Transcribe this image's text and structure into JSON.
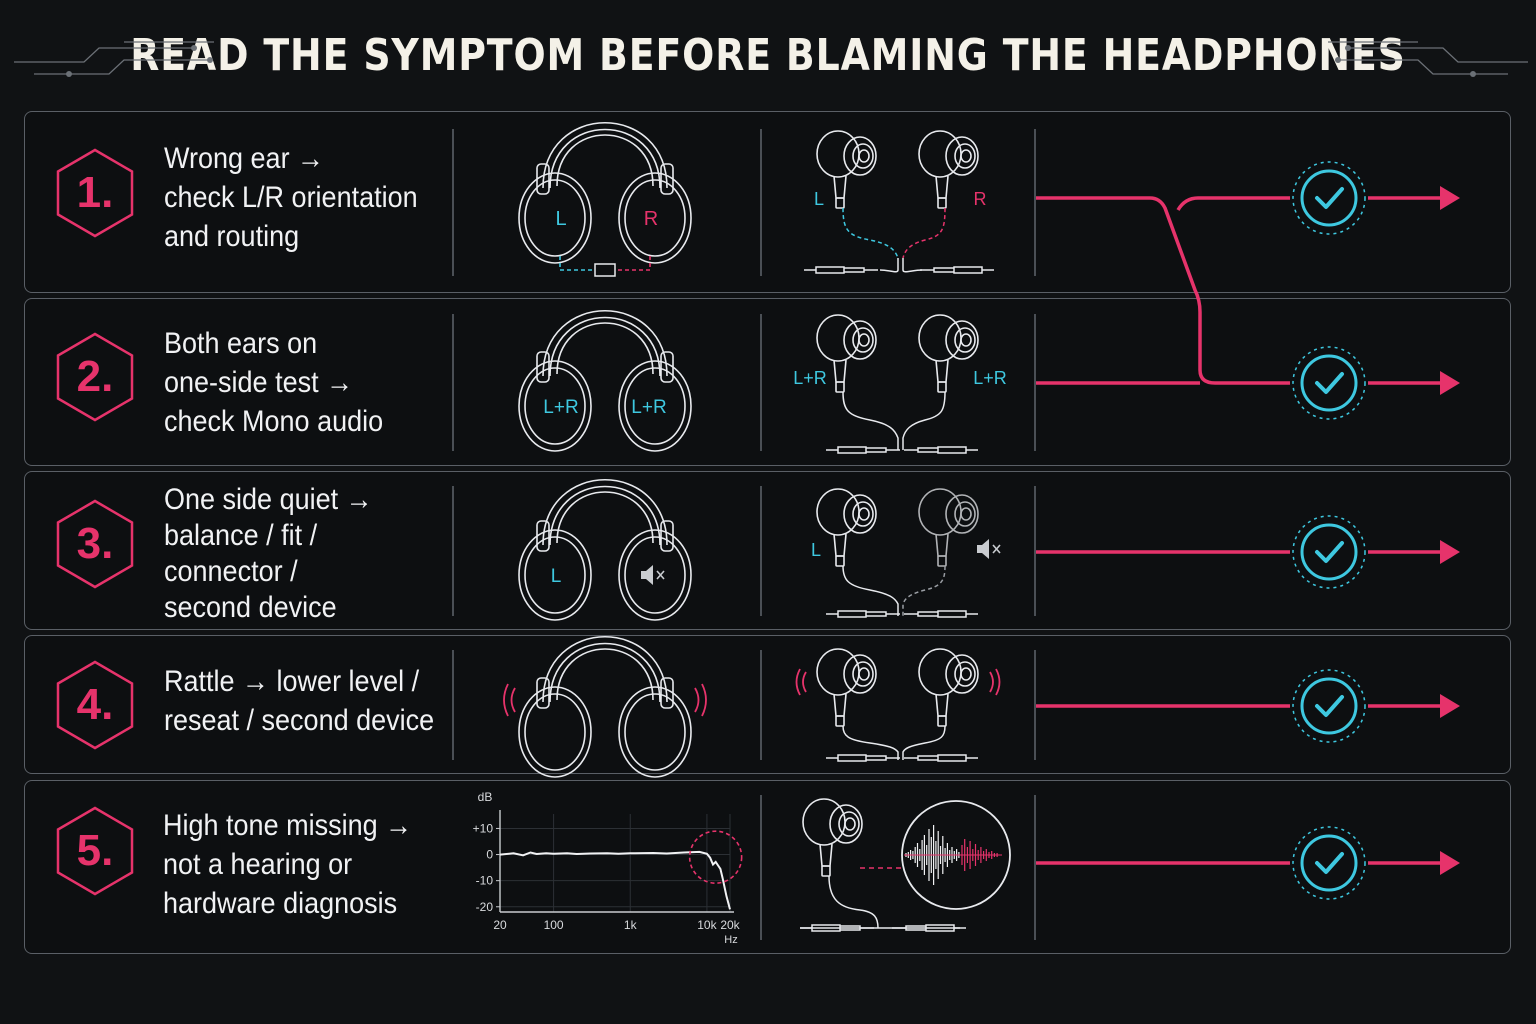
{
  "title": "READ THE SYMPTOM BEFORE BLAMING THE HEADPHONES",
  "colors": {
    "pink": "#e6336b",
    "cyan": "#3ec8e0",
    "line": "#e8eaee",
    "background": "#101214"
  },
  "steps": [
    {
      "number": "1.",
      "lines": [
        "Wrong ear →",
        "check L/R orientation",
        "and routing"
      ],
      "headphone_labels": [
        "L",
        "R"
      ],
      "earbud_labels": [
        "L",
        "R"
      ]
    },
    {
      "number": "2.",
      "lines": [
        "Both ears on",
        "one-side test →",
        "check Mono audio"
      ],
      "headphone_labels": [
        "L+R",
        "L+R"
      ],
      "earbud_labels": [
        "L+R",
        "L+R"
      ]
    },
    {
      "number": "3.",
      "lines": [
        "One side quiet →",
        "balance / fit /",
        "connector /",
        "second device"
      ],
      "headphone_labels": [
        "L",
        "speaker-muted-icon"
      ],
      "earbud_labels": [
        "L",
        "speaker-muted-icon"
      ]
    },
    {
      "number": "4.",
      "lines": [
        "Rattle → lower level /",
        "reseat / second device"
      ]
    },
    {
      "number": "5.",
      "lines": [
        "High tone missing →",
        "not a hearing or",
        "hardware diagnosis"
      ]
    }
  ],
  "chart_data": {
    "type": "line",
    "ylabel": "dB",
    "yticks": [
      "+10",
      "0",
      "-10",
      "-20"
    ],
    "xticks": [
      "20",
      "100",
      "1k",
      "10k",
      "20k"
    ],
    "xunit": "Hz",
    "xscale": "log",
    "ylim": [
      -22,
      14
    ],
    "series": [
      {
        "x": [
          20,
          30,
          40,
          50,
          60,
          80,
          100,
          150,
          200,
          300,
          500,
          700,
          1000,
          2000,
          3000,
          5000,
          8000,
          10000,
          11000,
          12000,
          13000,
          14000,
          15000,
          16000,
          18000,
          20000
        ],
        "y": [
          0,
          0.5,
          -0.3,
          0.8,
          0.2,
          0.5,
          0.3,
          0.5,
          0.2,
          0.4,
          0.5,
          0.3,
          0.5,
          0.6,
          0.4,
          0.8,
          1.0,
          0.3,
          -1.2,
          -3.8,
          -2.8,
          -4.2,
          -5.5,
          -9,
          -16,
          -21
        ]
      }
    ],
    "highlight": "high-frequency-rolloff"
  }
}
